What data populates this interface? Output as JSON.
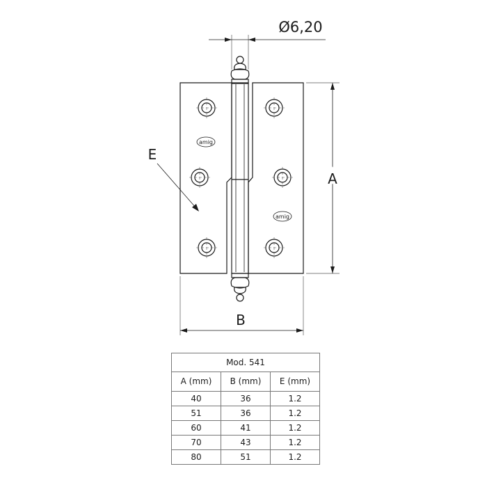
{
  "drawing": {
    "diameter_label": "Ø6,20",
    "dimension_a_label": "A",
    "dimension_b_label": "B",
    "dimension_e_label": "E",
    "logo_text": "amig",
    "line_color": "#1a1a1a"
  },
  "table": {
    "title": "Mod. 541",
    "headers": [
      "A (mm)",
      "B (mm)",
      "E (mm)"
    ],
    "rows": [
      [
        "40",
        "36",
        "1.2"
      ],
      [
        "51",
        "36",
        "1.2"
      ],
      [
        "60",
        "41",
        "1.2"
      ],
      [
        "70",
        "43",
        "1.2"
      ],
      [
        "80",
        "51",
        "1.2"
      ]
    ]
  }
}
